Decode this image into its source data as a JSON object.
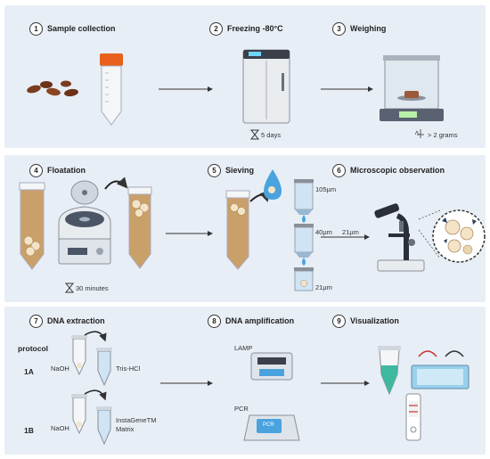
{
  "row1": {
    "steps": [
      {
        "num": "1",
        "title": "Sample collection"
      },
      {
        "num": "2",
        "title": "Freezing -80°C"
      },
      {
        "num": "3",
        "title": "Weighing"
      }
    ],
    "freeze_time": "5 days",
    "weight": "> 2 grams"
  },
  "row2": {
    "steps": [
      {
        "num": "4",
        "title": "Floatation"
      },
      {
        "num": "5",
        "title": "Sieving"
      },
      {
        "num": "6",
        "title": "Microscopic observation"
      }
    ],
    "float_time": "30 minutes",
    "sieves": [
      "105µm",
      "40µm",
      "21µm"
    ],
    "arrow_label": "21µm"
  },
  "row3": {
    "steps": [
      {
        "num": "7",
        "title": "DNA extraction"
      },
      {
        "num": "8",
        "title": "DNA amplification"
      },
      {
        "num": "9",
        "title": "Visualization"
      }
    ],
    "protocol_label": "protocol",
    "protocols": [
      {
        "id": "1A",
        "reagent_in": "NaOH",
        "reagent_out": "Tris-HCl"
      },
      {
        "id": "1B",
        "reagent_in": "NaOH",
        "reagent_out_line1": "InstaGeneTM",
        "reagent_out_line2": "Matrix"
      }
    ],
    "lamp_label": "LAMP",
    "pcr_label": "PCR",
    "pcr_screen": "PCR"
  },
  "colors": {
    "panel": "#e8eef6",
    "feces": "#7a3b1e",
    "tube_cap": "#e8601c",
    "broth": "#c9a06a",
    "water": "#4aa3df",
    "gel": "#3fb8a0"
  }
}
